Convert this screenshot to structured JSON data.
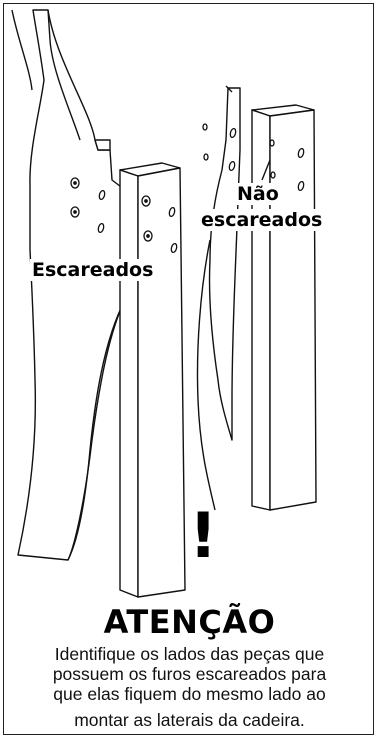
{
  "labels": {
    "nao_escareados_line1": "Não",
    "nao_escareados_line2": "escareados",
    "escareados": "Escareados"
  },
  "warning": {
    "symbol": "!",
    "title": "ATENÇÃO",
    "text_line1": "Identifique os lados das peças que",
    "text_line2": "possuem os furos escareados para",
    "text_line3": "que elas fiquem do mesmo lado ao",
    "text_line4": "montar as laterais da cadeira."
  }
}
